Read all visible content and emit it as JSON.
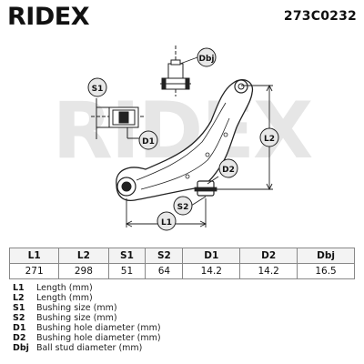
{
  "header": {
    "brand": "RIDEX",
    "part_number": "273C0232"
  },
  "diagram": {
    "watermark": "RIDEX",
    "labels": {
      "dbj": "Dbj",
      "s1": "S1",
      "d1": "D1",
      "l2": "L2",
      "d2": "D2",
      "s2": "S2",
      "l1": "L1"
    }
  },
  "spec_table": {
    "headers": [
      "L1",
      "L2",
      "S1",
      "S2",
      "D1",
      "D2",
      "Dbj"
    ],
    "values": [
      "271",
      "298",
      "51",
      "64",
      "14.2",
      "14.2",
      "16.5"
    ]
  },
  "legend": [
    {
      "code": "L1",
      "text": "Length (mm)"
    },
    {
      "code": "L2",
      "text": "Length (mm)"
    },
    {
      "code": "S1",
      "text": "Bushing size (mm)"
    },
    {
      "code": "S2",
      "text": "Bushing size (mm)"
    },
    {
      "code": "D1",
      "text": "Bushing hole diameter (mm)"
    },
    {
      "code": "D2",
      "text": "Bushing hole diameter (mm)"
    },
    {
      "code": "Dbj",
      "text": "Ball stud diameter (mm)"
    }
  ],
  "colors": {
    "line": "#222222",
    "badge_fill": "#e8e8e8",
    "watermark": "#e6e6e6"
  }
}
